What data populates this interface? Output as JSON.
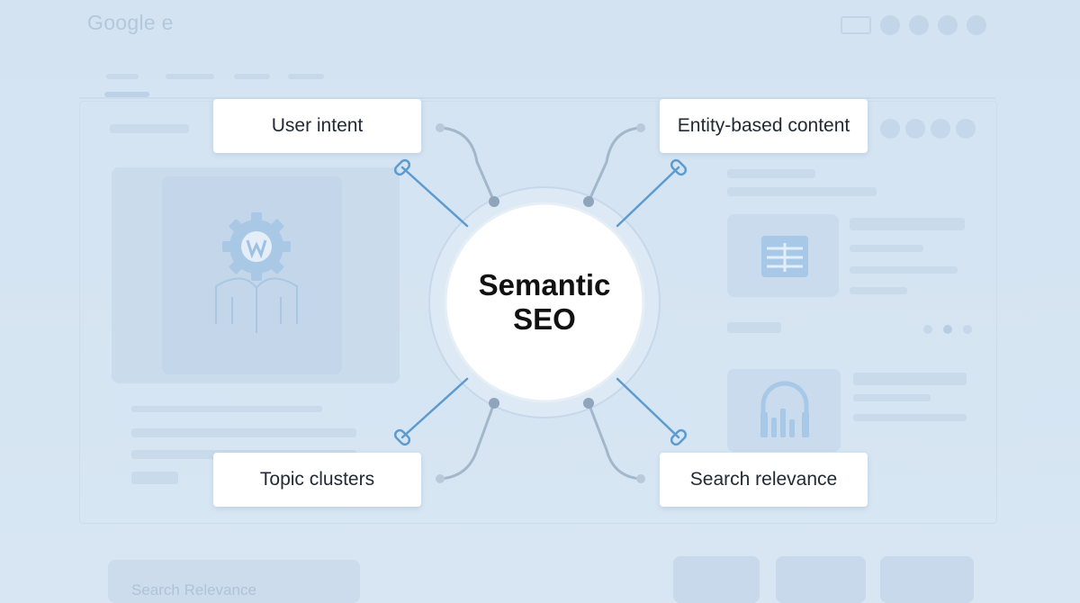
{
  "header": {
    "logo_text": "Google e"
  },
  "footer": {
    "label": "Search Relevance"
  },
  "diagram": {
    "center": {
      "line1": "Semantic",
      "line2": "SEO"
    },
    "nodes": {
      "user_intent": "User intent",
      "entity_content": "Entity-based content",
      "topic_clusters": "Topic clusters",
      "search_relevance": "Search relevance"
    }
  },
  "colors": {
    "background": "#d5e4f2",
    "connector_blue": "#5b9bd0",
    "connector_gray": "#9fb4c8",
    "center_fill": "#ffffff"
  }
}
